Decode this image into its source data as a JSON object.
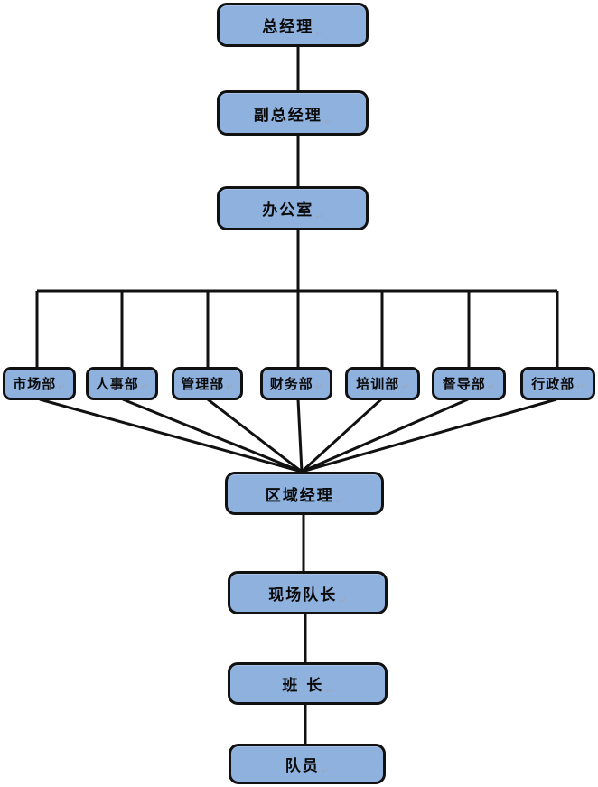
{
  "nodes": {
    "general_manager": {
      "label": "总经理"
    },
    "deputy_general_manager": {
      "label": "副总经理"
    },
    "office": {
      "label": "办公室"
    },
    "departments": [
      {
        "label": "市场部"
      },
      {
        "label": "人事部"
      },
      {
        "label": "管理部"
      },
      {
        "label": "财务部"
      },
      {
        "label": "培训部"
      },
      {
        "label": "督导部"
      },
      {
        "label": "行政部"
      }
    ],
    "regional_manager": {
      "label": "区域经理"
    },
    "site_captain": {
      "label": "现场队长"
    },
    "squad_leader": {
      "label": "班 长"
    },
    "team_member": {
      "label": "队员"
    }
  },
  "marks": {
    "paragraph_mark": "↵"
  },
  "colors": {
    "box_fill": "#8FB1DE",
    "box_border": "#111111",
    "line": "#111111",
    "background": "#ffffff"
  }
}
